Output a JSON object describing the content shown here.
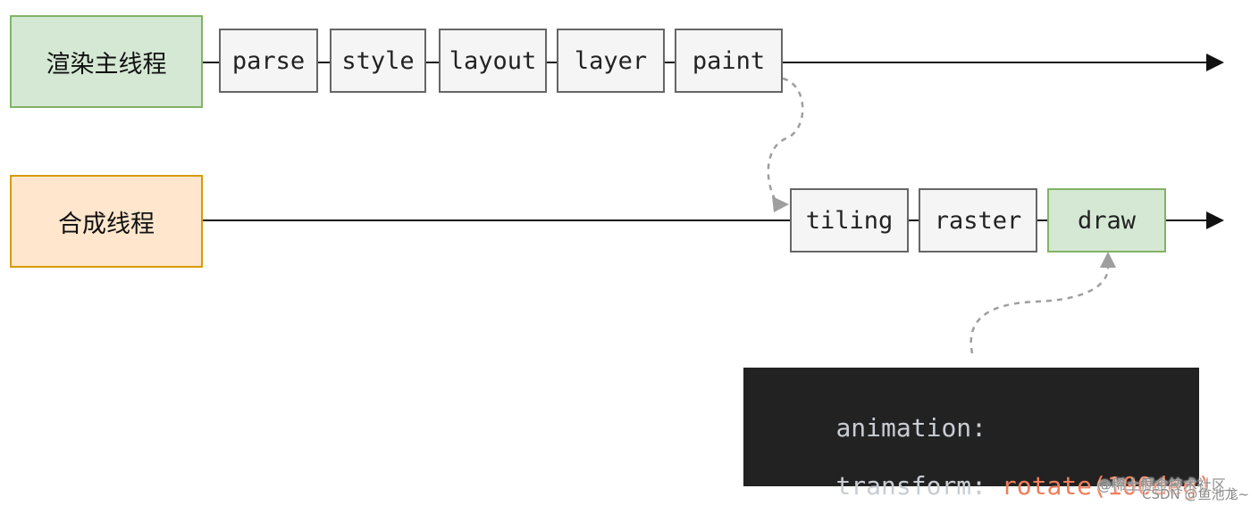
{
  "main_thread": {
    "label": "渲染主线程",
    "steps": [
      "parse",
      "style",
      "layout",
      "layer",
      "paint"
    ]
  },
  "compositor_thread": {
    "label": "合成线程",
    "steps": [
      "tiling",
      "raster",
      "draw"
    ]
  },
  "code": {
    "line1_key": "animation:",
    "line2_key": "transform:",
    "line2_value": "rotate(100deg)"
  },
  "watermark": {
    "line1": "@稀土掘金技术社区",
    "line2": "CSDN @鱼池尨~"
  },
  "colors": {
    "main_fill": "#d5e8d4",
    "main_border": "#82b366",
    "comp_fill": "#ffe6cc",
    "comp_border": "#d79b00",
    "step_fill": "#f5f5f5",
    "code_bg": "#222222",
    "code_value": "#ef7d5c"
  }
}
